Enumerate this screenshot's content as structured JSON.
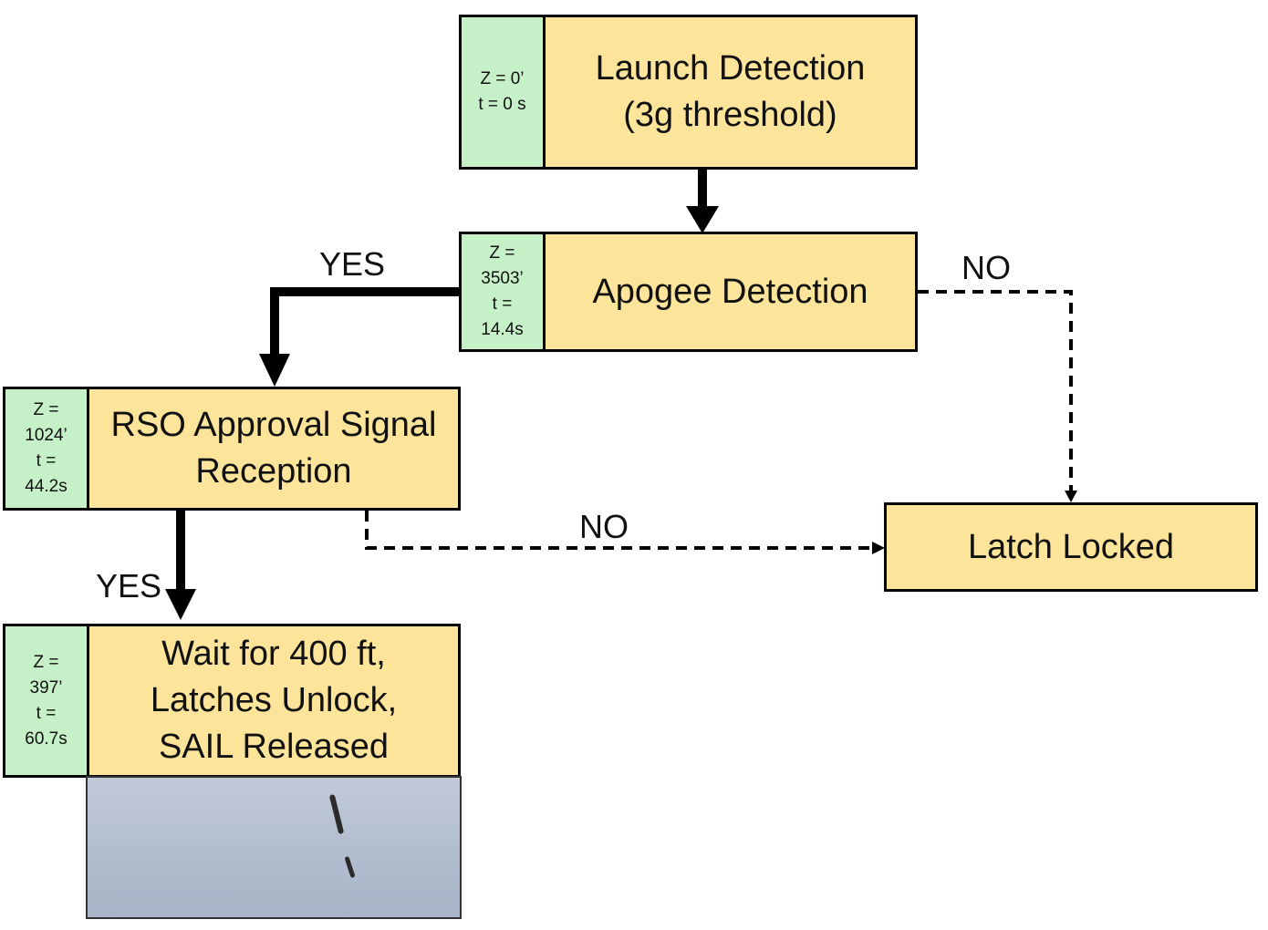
{
  "nodes": {
    "launch": {
      "altitude": "Z = 0’",
      "time": "t = 0 s",
      "label_lines": [
        "Launch Detection",
        "(3g threshold)"
      ]
    },
    "apogee": {
      "altitude_lines": [
        "Z =",
        "3503’"
      ],
      "time_lines": [
        "t =",
        "14.4s"
      ],
      "label_lines": [
        "Apogee Detection"
      ]
    },
    "rso": {
      "altitude_lines": [
        "Z =",
        "1024’"
      ],
      "time_lines": [
        "t =",
        "44.2s"
      ],
      "label_lines": [
        "RSO Approval Signal",
        "Reception"
      ]
    },
    "release": {
      "altitude_lines": [
        "Z =",
        "397’"
      ],
      "time_lines": [
        "t =",
        "60.7s"
      ],
      "label_lines": [
        "Wait for 400 ft,",
        "Latches Unlock,",
        "SAIL Released"
      ]
    },
    "latch": {
      "label": "Latch Locked"
    }
  },
  "edge_labels": {
    "apogee_yes": "YES",
    "apogee_no": "NO",
    "rso_yes": "YES",
    "rso_no": "NO"
  },
  "colors": {
    "step_fill": "#fde49b",
    "tag_fill": "#c6f0c8",
    "edge": "#000000",
    "photo_sky": "#b2bed0"
  }
}
